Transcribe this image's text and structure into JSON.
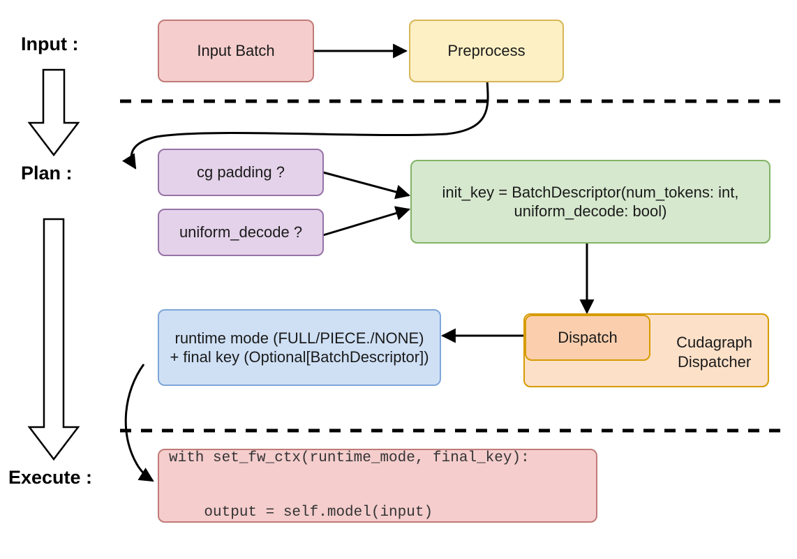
{
  "diagram": {
    "title": "vLLM cudagraph dispatch pipeline",
    "stages": [
      {
        "id": "input",
        "label": "Input :"
      },
      {
        "id": "plan",
        "label": "Plan :"
      },
      {
        "id": "execute",
        "label": "Execute :"
      }
    ],
    "nodes": {
      "input_batch": {
        "label": "Input Batch"
      },
      "preprocess": {
        "label": "Preprocess"
      },
      "cg_padding": {
        "label": "cg padding ?"
      },
      "uniform_decode": {
        "label": "uniform_decode ?"
      },
      "init_key": {
        "line1": "init_key = BatchDescriptor(num_tokens: int,",
        "line2": "uniform_decode: bool)"
      },
      "cudagraph_dispatcher": {
        "line1": "Cudagraph",
        "line2": "Dispatcher"
      },
      "dispatch": {
        "label": "Dispatch"
      },
      "runtime_mode": {
        "line1": "runtime mode (FULL/PIECE./NONE)",
        "line2": "+ final key (Optional[BatchDescriptor])"
      },
      "code_block": {
        "line1": "with set_fw_ctx(runtime_mode, final_key):",
        "line2": "    output = self.model(input)"
      }
    },
    "colors": {
      "pink_fill": "#f5cdcd",
      "pink_stroke": "#c07b78",
      "yellow_fill": "#fdf0c4",
      "yellow_stroke": "#d6b656",
      "purple_fill": "#e4d2ea",
      "purple_stroke": "#9673a6",
      "green_fill": "#d6e8ce",
      "green_stroke": "#82b366",
      "orange_outer_fill": "#fde0c8",
      "orange_inner_fill": "#fbcfae",
      "orange_stroke": "#d79b00",
      "blue_fill": "#cfe0f5",
      "blue_stroke": "#7ea6d9",
      "line": "#000000",
      "background": "#ffffff"
    }
  }
}
